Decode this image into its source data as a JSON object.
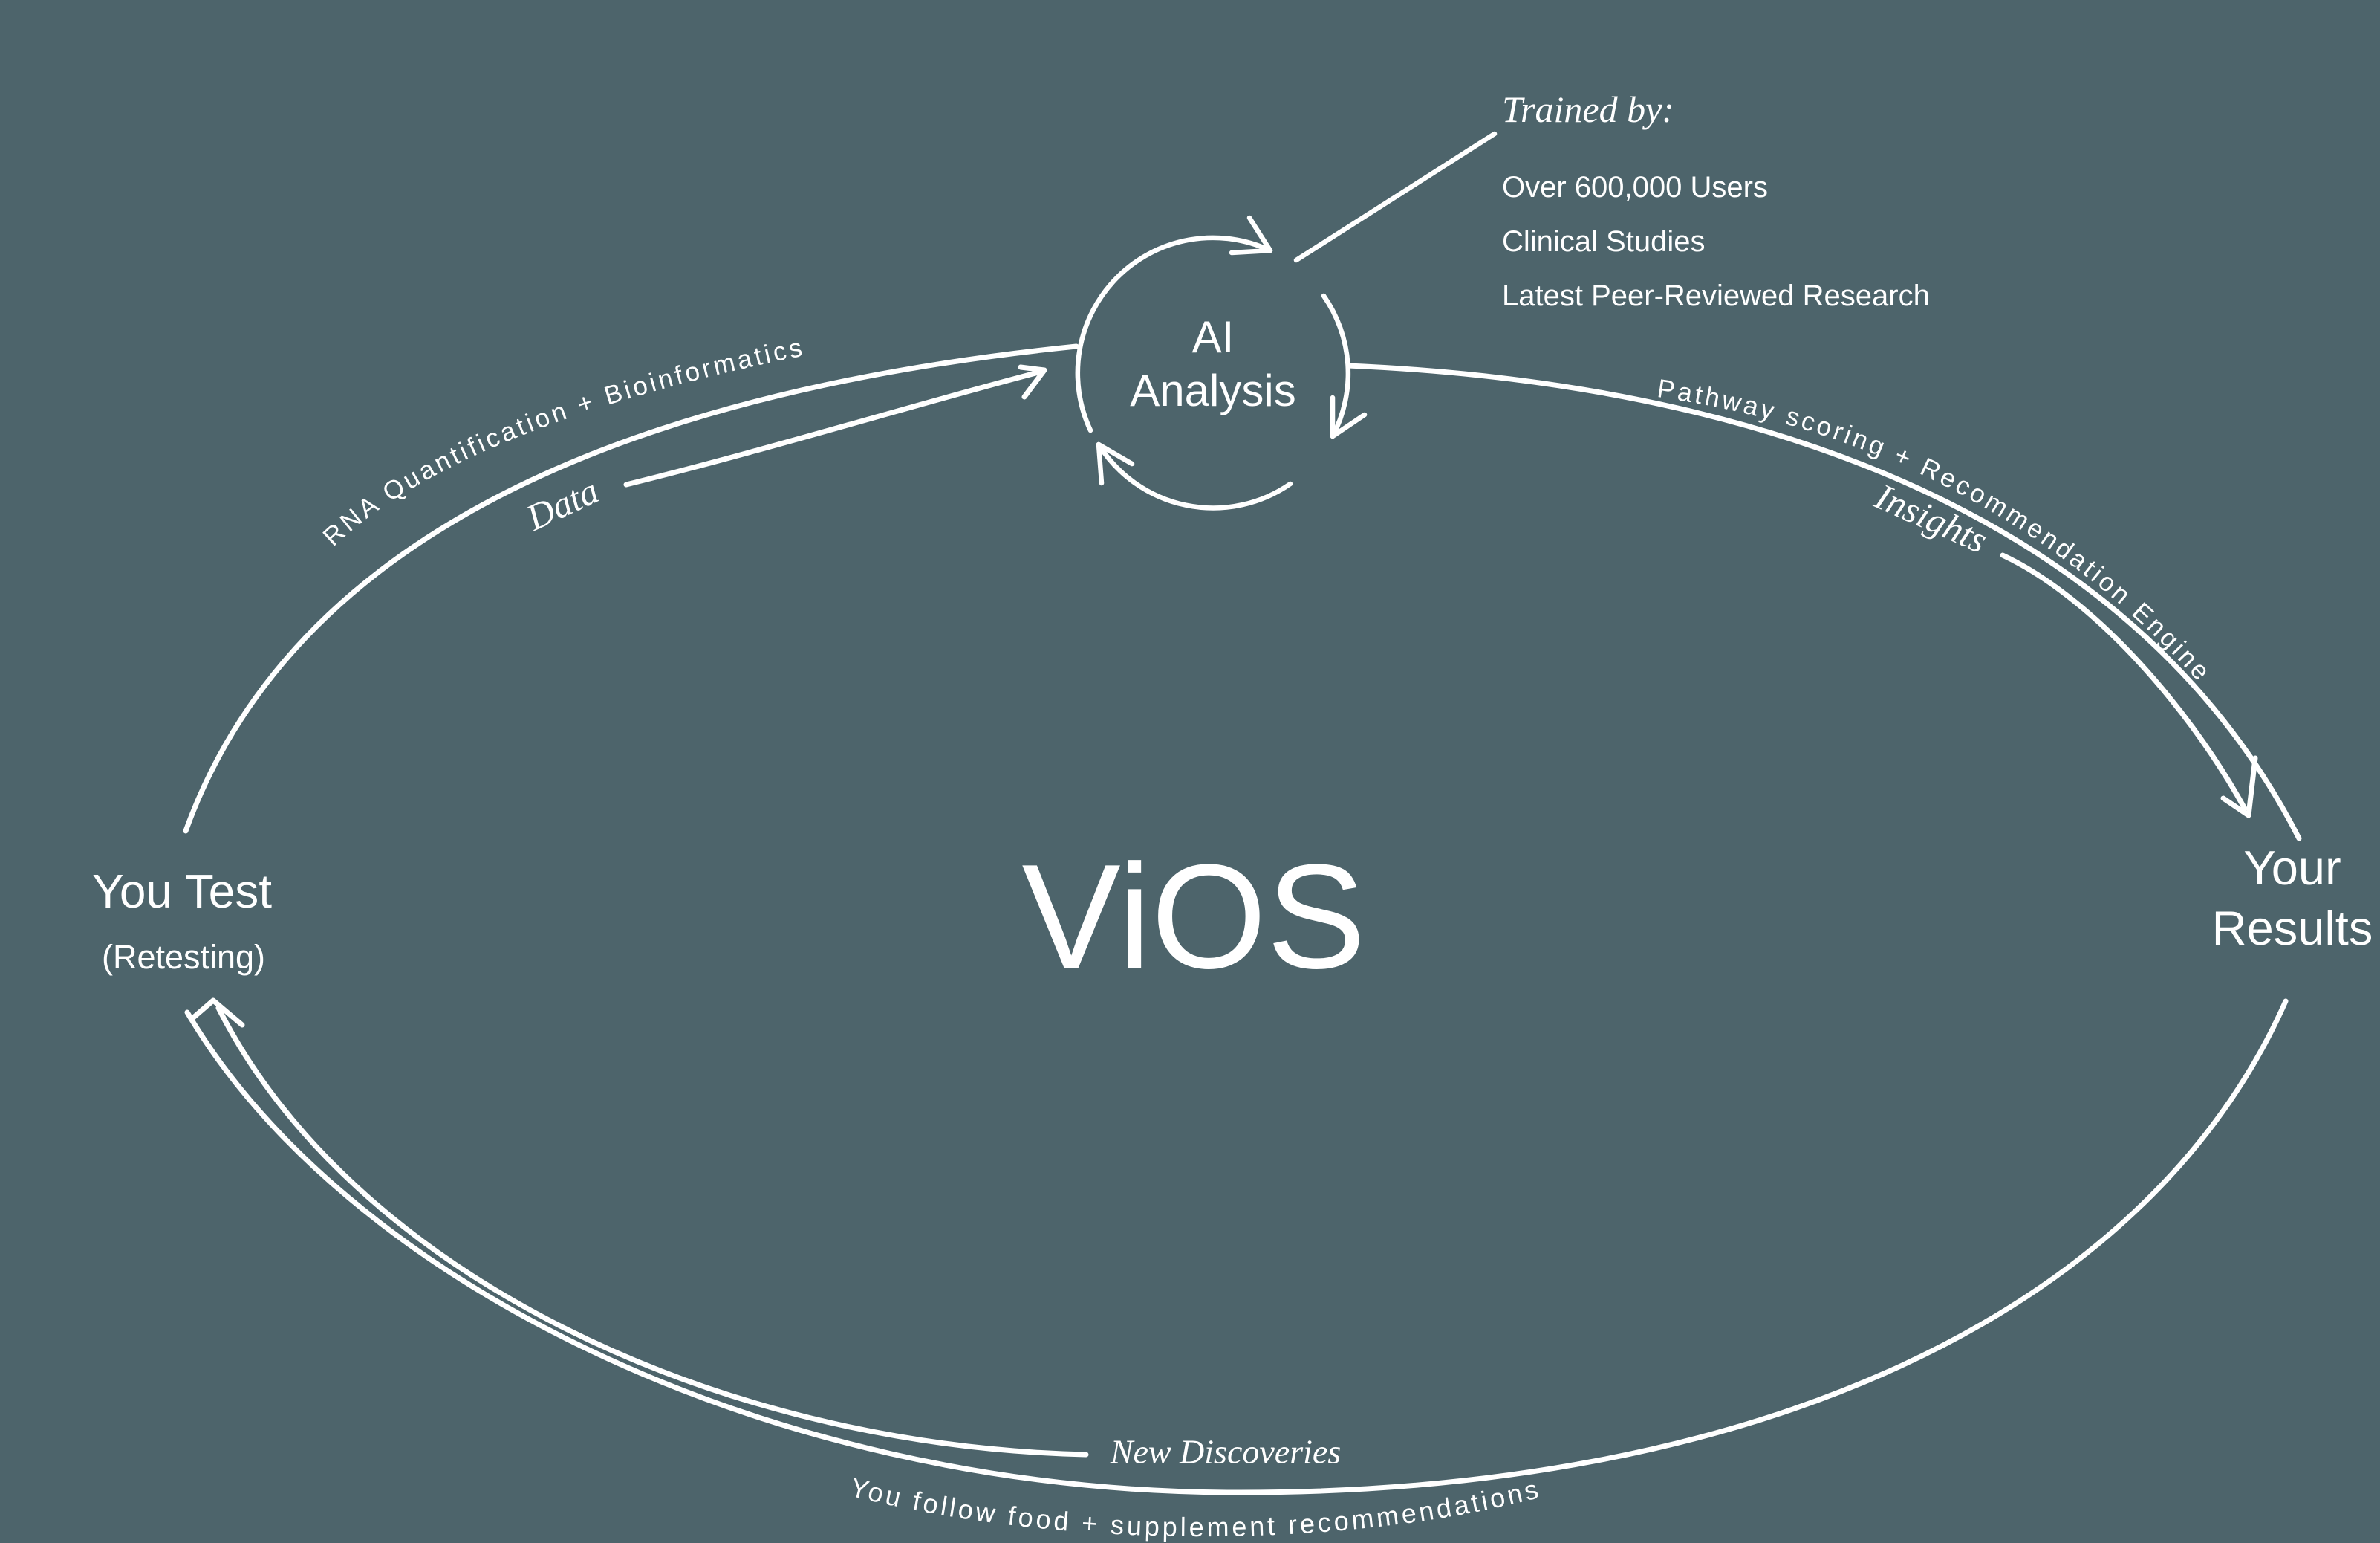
{
  "title": "ViOS",
  "colors": {
    "background": "#4d646b",
    "foreground": "#ffffff"
  },
  "center": {
    "label": "ViOS"
  },
  "nodes": {
    "ai_analysis": {
      "line1": "AI",
      "line2": "Analysis"
    },
    "you_test": {
      "title": "You Test",
      "subtitle": "(Retesting)"
    },
    "your_results": {
      "line1": "Your",
      "line2": "Results"
    }
  },
  "trained_by": {
    "title": "Trained by:",
    "items": [
      "Over 600,000 Users",
      "Clinical Studies",
      "Latest Peer-Reviewed Research"
    ]
  },
  "edges": {
    "data": {
      "label": "Data",
      "sublabel": "RNA Quantification + Bioinformatics"
    },
    "insights": {
      "label": "Insights",
      "sublabel": "Pathway scoring + Recommendation Engine"
    },
    "new_discoveries": {
      "label": "New Discoveries",
      "sublabel": "You follow food + supplement recommendations"
    }
  }
}
